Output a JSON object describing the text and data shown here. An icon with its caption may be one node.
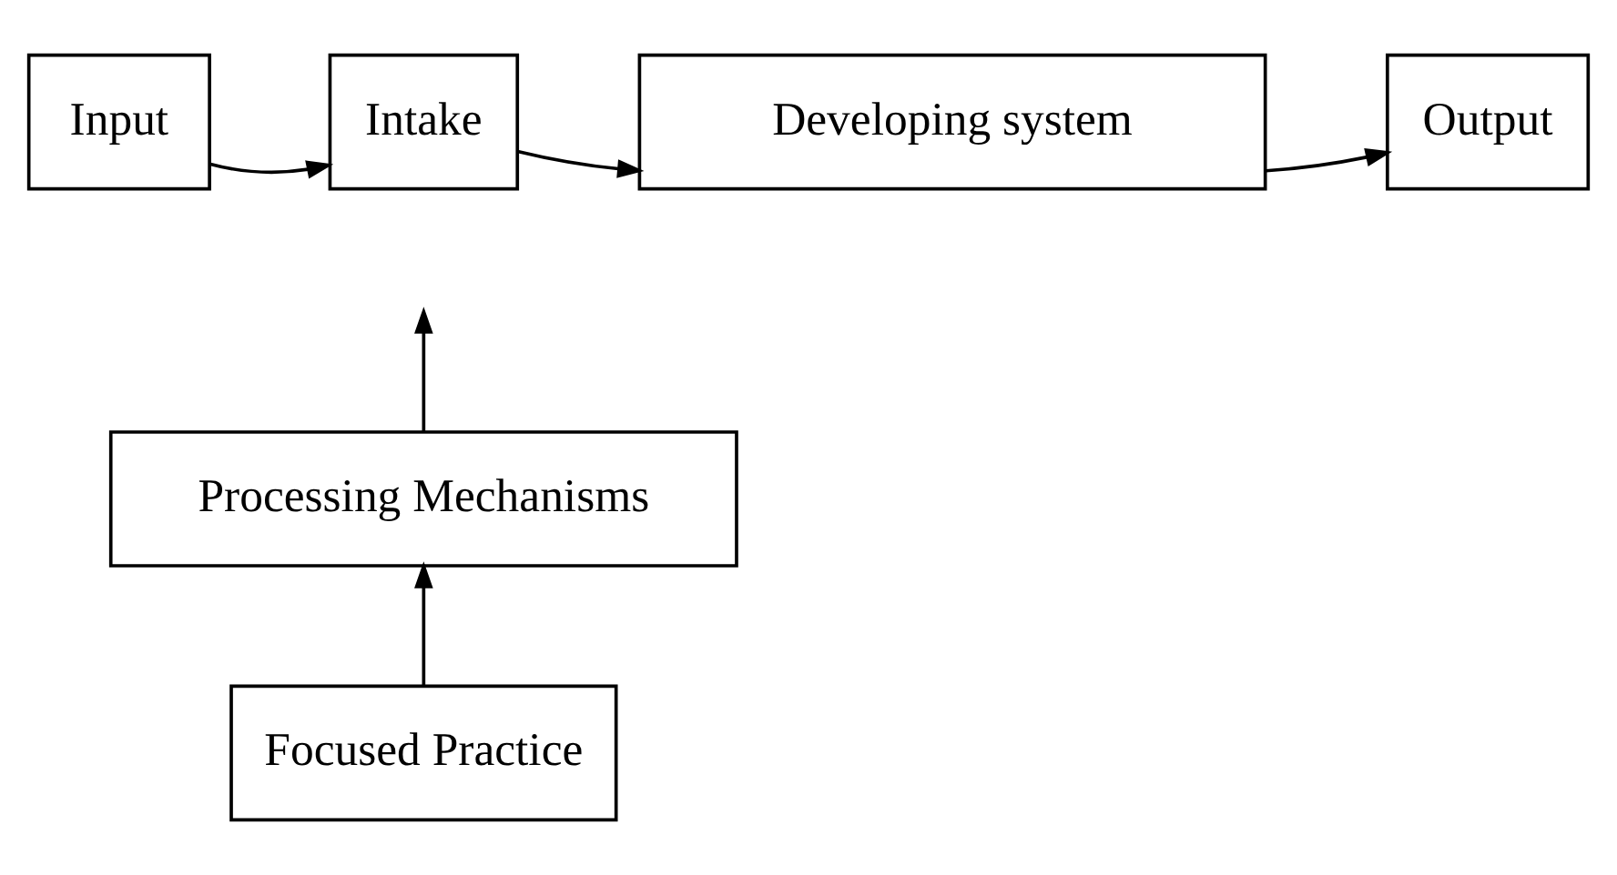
{
  "diagram": {
    "nodes": [
      {
        "text": [
          "Input"
        ]
      },
      {
        "text": [
          "Intake"
        ]
      },
      {
        "text": [
          "Developing system"
        ]
      },
      {
        "text": [
          "Output"
        ]
      },
      {
        "text": [
          "Processing Mechanisms"
        ]
      },
      {
        "text": [
          "Focused Practice"
        ]
      }
    ],
    "edges": [
      {
        "from": 0,
        "to": 1,
        "arrow": "to"
      },
      {
        "from": 1,
        "to": 2,
        "arrow": "to"
      },
      {
        "from": 2,
        "to": 3,
        "arrow": "to"
      },
      {
        "from": 4,
        "to": null,
        "arrow": "to"
      },
      {
        "from": 5,
        "to": 4,
        "arrow": "to"
      }
    ]
  }
}
